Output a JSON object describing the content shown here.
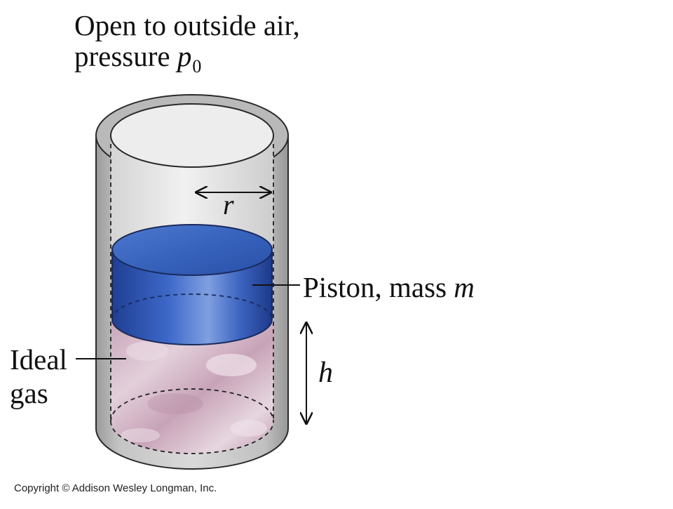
{
  "title": {
    "line1": "Open to outside air,",
    "line2_prefix": "pressure ",
    "line2_symbol": "p",
    "line2_subscript": "0"
  },
  "radius_label": "r",
  "piston_label": {
    "text": "Piston, mass ",
    "symbol": "m"
  },
  "gas_label": {
    "line1": "Ideal",
    "line2": "gas"
  },
  "height_label": "h",
  "copyright": "Copyright © Addison Wesley Longman, Inc.",
  "colors": {
    "cylinder_wall": "#a9a9a9",
    "cylinder_inner": "#e6e6e6",
    "piston_top": "#3f6bc4",
    "piston_side": "#2f56b0",
    "gas": "#d2b3c4",
    "text": "#111111"
  }
}
